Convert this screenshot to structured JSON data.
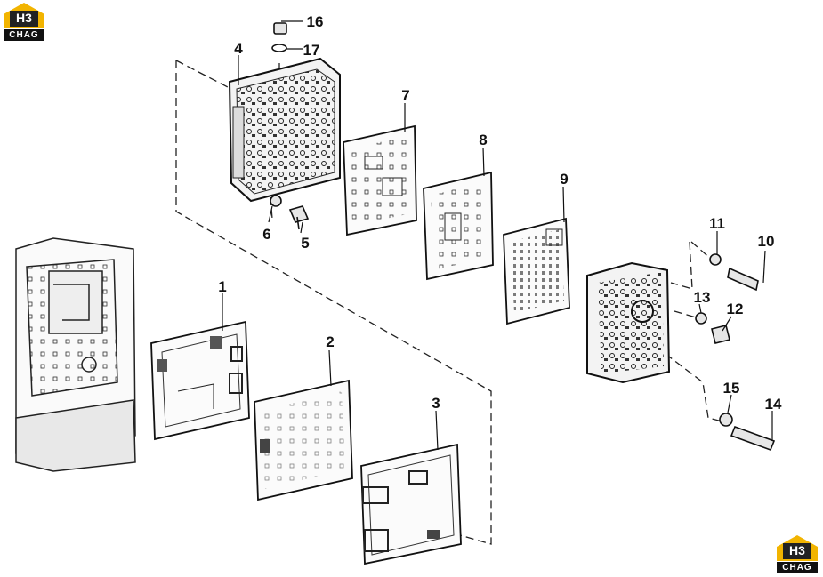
{
  "brand": {
    "mark": "H3",
    "name": "CHAG",
    "colors": {
      "accent": "#f2b400",
      "dark": "#111111"
    }
  },
  "callouts": [
    "1",
    "2",
    "3",
    "4",
    "5",
    "6",
    "7",
    "8",
    "9",
    "10",
    "11",
    "12",
    "13",
    "14",
    "15",
    "16",
    "17"
  ]
}
